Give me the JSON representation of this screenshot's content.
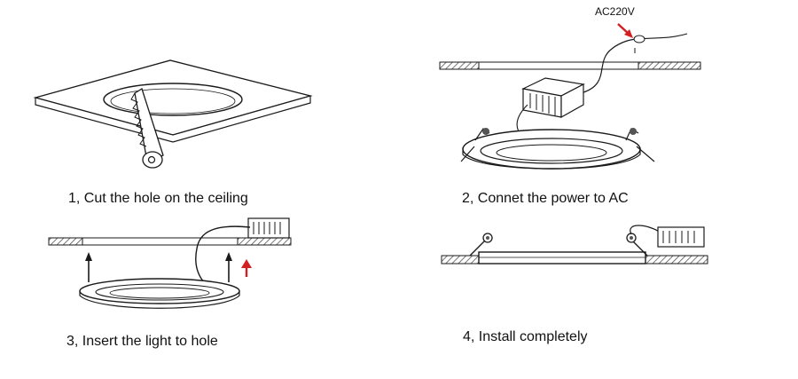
{
  "steps": [
    {
      "caption": "1, Cut the hole on the ceiling"
    },
    {
      "caption": "2, Connet the power to AC"
    },
    {
      "caption": "3, Insert the light to hole"
    },
    {
      "caption": "4, Install completely"
    }
  ],
  "power_label": "AC220V",
  "colors": {
    "line": "#1a1a1a",
    "arrow": "#d21f1f",
    "hatch": "#555555"
  }
}
